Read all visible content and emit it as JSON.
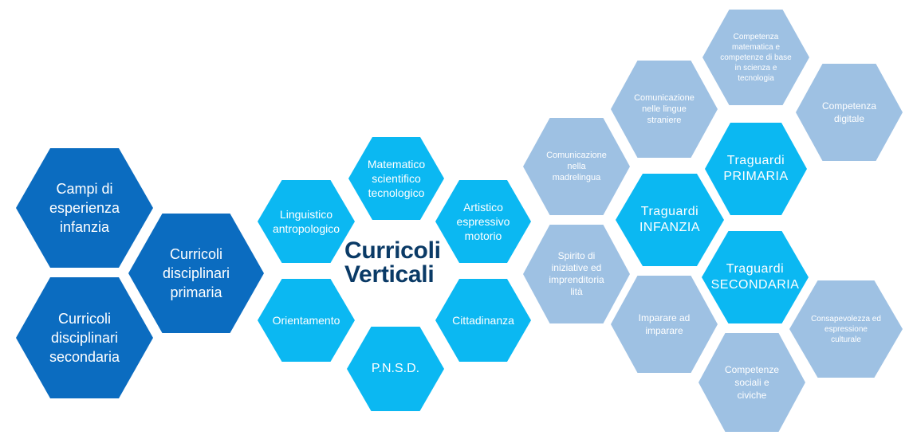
{
  "title_line1": "Curricoli",
  "title_line2": "Verticali",
  "colors": {
    "dark_hex": "#0b6cc0",
    "cyan_hex": "#0bb8f2",
    "pale_hex": "#9ec1e3",
    "title": "#0a3a66"
  },
  "dark": {
    "campi": "Campi di esperienza infanzia",
    "primaria": "Curricoli disciplinari primaria",
    "secondaria": "Curricoli disciplinari secondaria"
  },
  "areas": {
    "matematico": "Matematico scientifico tecnologico",
    "linguistico": "Linguistico antropologico",
    "artistico": "Artistico espressivo motorio",
    "orientamento": "Orientamento",
    "cittadinanza": "Cittadinanza",
    "pnsd": "P.N.S.D."
  },
  "traguardi": {
    "infanzia": "Traguardi INFANZIA",
    "primaria": "Traguardi PRIMARIA",
    "secondaria": "Traguardi SECONDARIA"
  },
  "competenze": {
    "matematica": "Competenza matematica e competenze di base in scienza e tecnologia",
    "lingue_straniere": "Comunicazione nelle lingue straniere",
    "digitale": "Competenza digitale",
    "madrelingua": "Comunicazione nella madrelingua",
    "spirito": "Spirito di iniziative ed imprenditoria lità",
    "imparare": "Imparare ad imparare",
    "consapevolezza": "Consapevolezza ed espressione culturale",
    "sociali": "Competenze sociali e civiche"
  }
}
